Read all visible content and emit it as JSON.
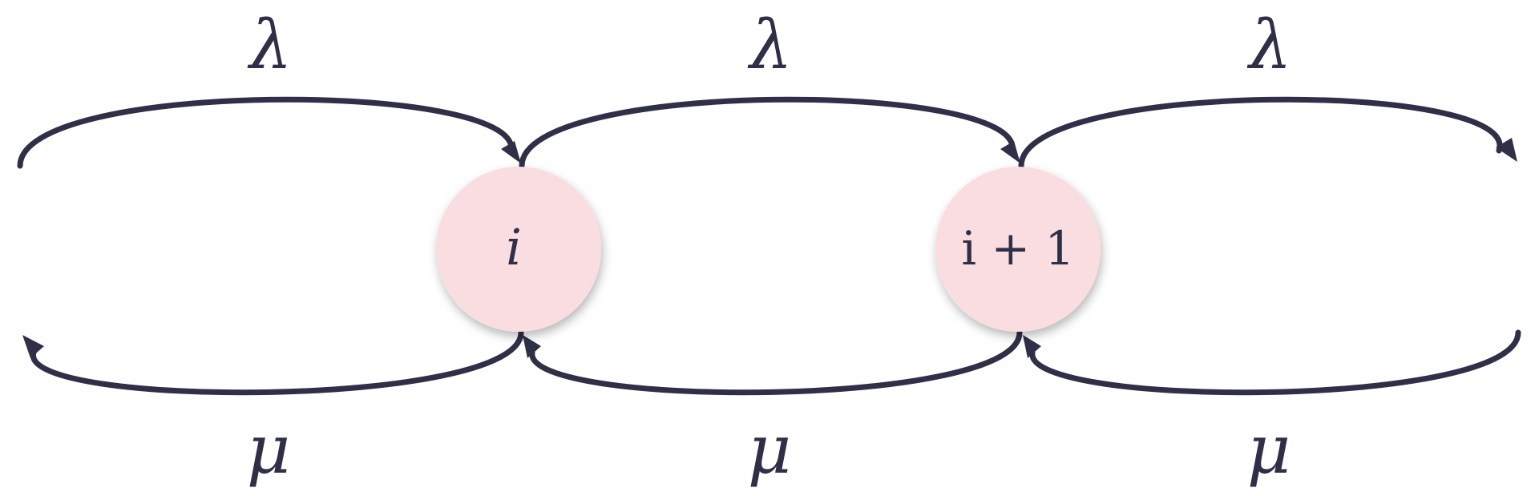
{
  "states": [
    {
      "id": "state-i",
      "label": "i"
    },
    {
      "id": "state-i-plus-1",
      "label": "i + 1"
    }
  ],
  "rates": {
    "arrival": "λ",
    "service": "μ"
  },
  "colors": {
    "stroke": "#2f2f48",
    "node_fill": "#f9dde0",
    "background": "#ffffff"
  }
}
